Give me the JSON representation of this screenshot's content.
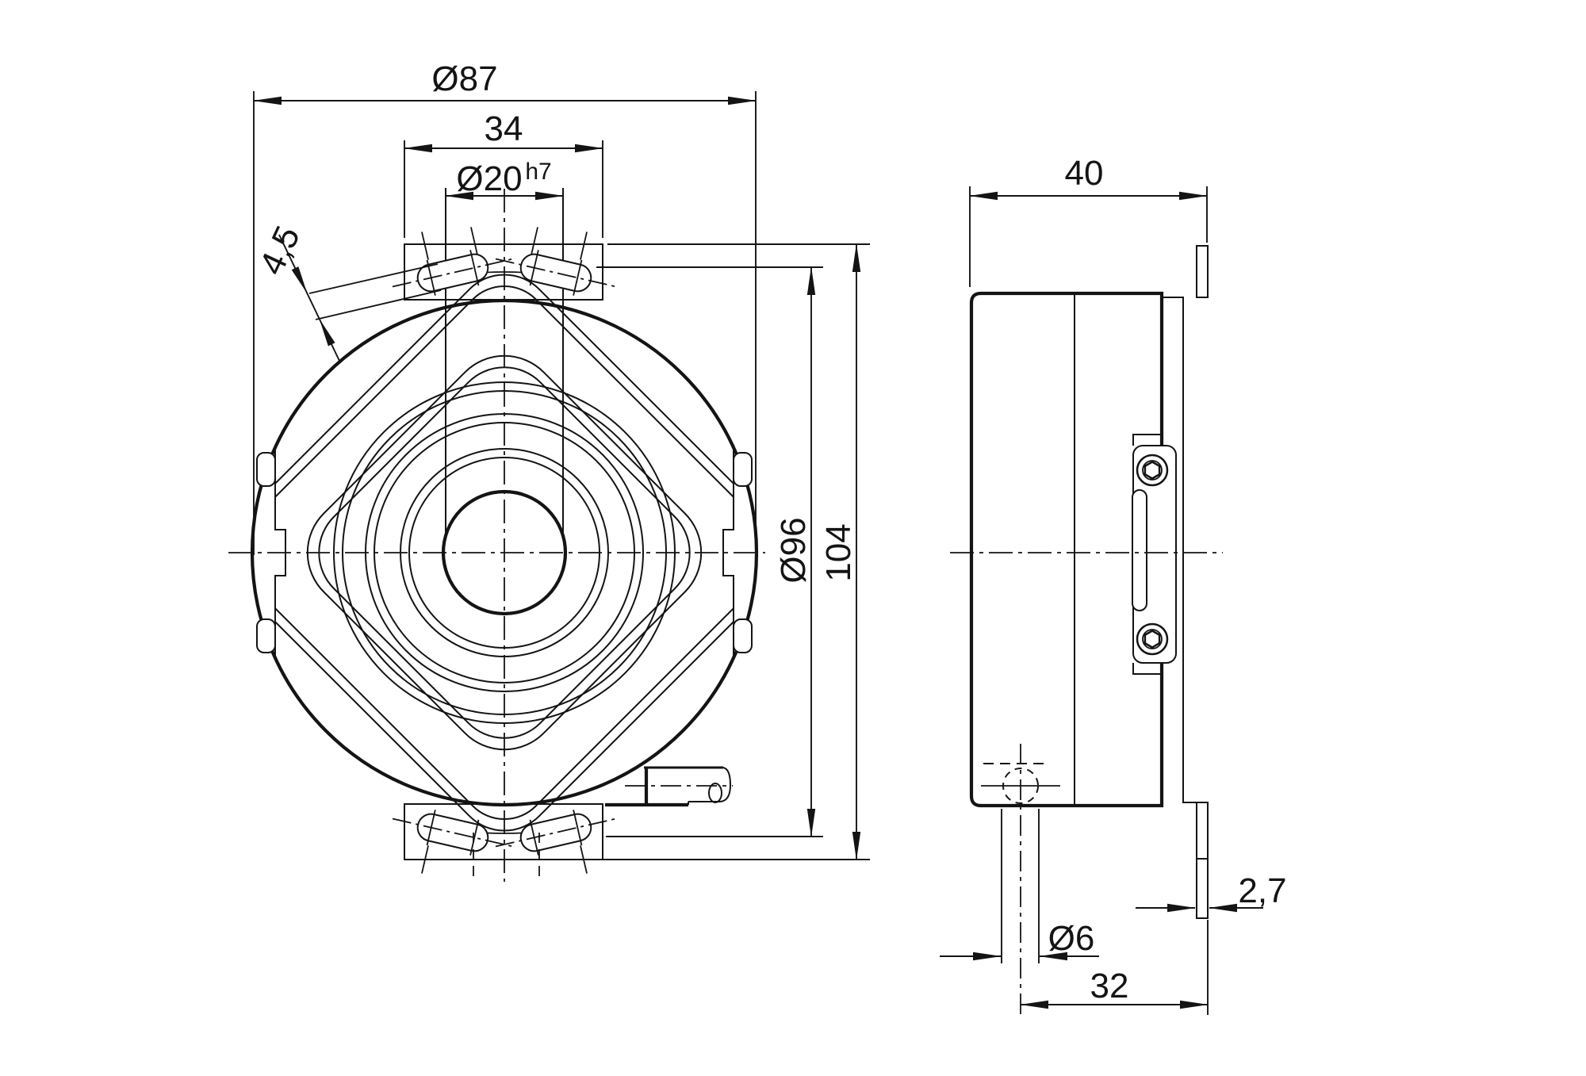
{
  "drawing": {
    "type": "technical-dimension-drawing",
    "subject": "hollow-shaft rotary encoder, front view and side view",
    "background_color": "#ffffff",
    "line_color": "#141414",
    "views": {
      "front_view_name": "front view",
      "side_view_name": "side view"
    },
    "dimensions": {
      "outer_diameter": "Ø87",
      "plate_width": "34",
      "shaft_diameter": "Ø20",
      "shaft_tolerance": "h7",
      "slot_width": "4,5",
      "swing_diameter": "Ø96",
      "overall_height": "104",
      "housing_depth": "40",
      "sheet_thickness": "2,7",
      "pin_hole_diameter": "Ø6",
      "pin_hole_offset": "32"
    }
  }
}
